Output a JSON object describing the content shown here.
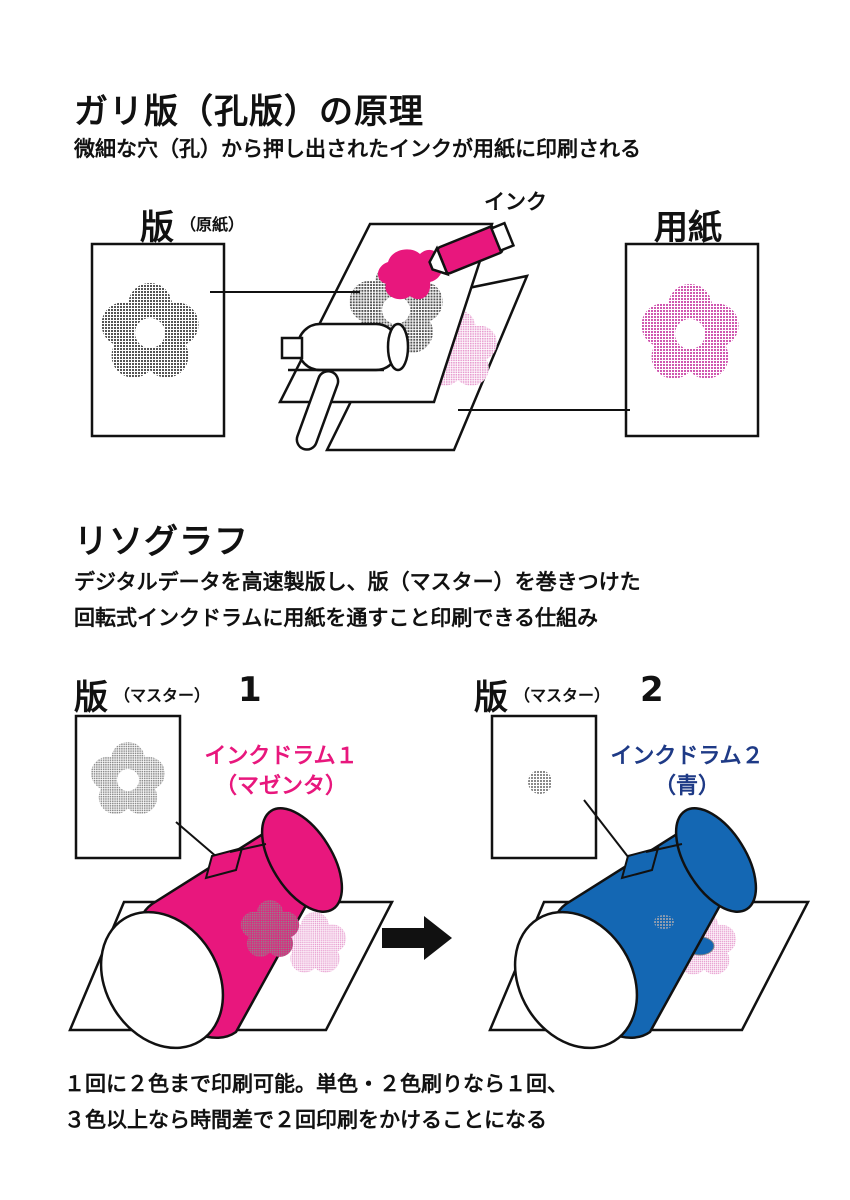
{
  "mimeograph": {
    "title": "ガリ版（孔版）の原理",
    "subtitle": "微細な穴（孔）から押し出されたインクが用紙に印刷される",
    "plate_label": "版",
    "plate_sublabel": "（原紙）",
    "ink_label": "インク",
    "paper_label": "用紙"
  },
  "risograph": {
    "title": "リソグラフ",
    "description_line1": "デジタルデータを高速製版し、版（マスター）を巻きつけた",
    "description_line2": "回転式インクドラムに用紙を通すこと印刷できる仕組み",
    "master1": {
      "label": "版",
      "sublabel": "（マスター）",
      "number": "1"
    },
    "master2": {
      "label": "版",
      "sublabel": "（マスター）",
      "number": "2"
    },
    "drum1": {
      "line1": "インクドラム１",
      "line2": "（マゼンタ）"
    },
    "drum2": {
      "line1": "インクドラム２",
      "line2": "（青）"
    },
    "note_line1": "１回に２色まで印刷可能。単色・２色刷りなら１回、",
    "note_line2": "３色以上なら時間差で２回印刷をかけることになる"
  },
  "colors": {
    "magenta": "#e8177d",
    "blue": "#1467b3",
    "dark_blue_text": "#1e3a86",
    "pink_light": "#e890c6",
    "gray_pattern": "#555555"
  }
}
